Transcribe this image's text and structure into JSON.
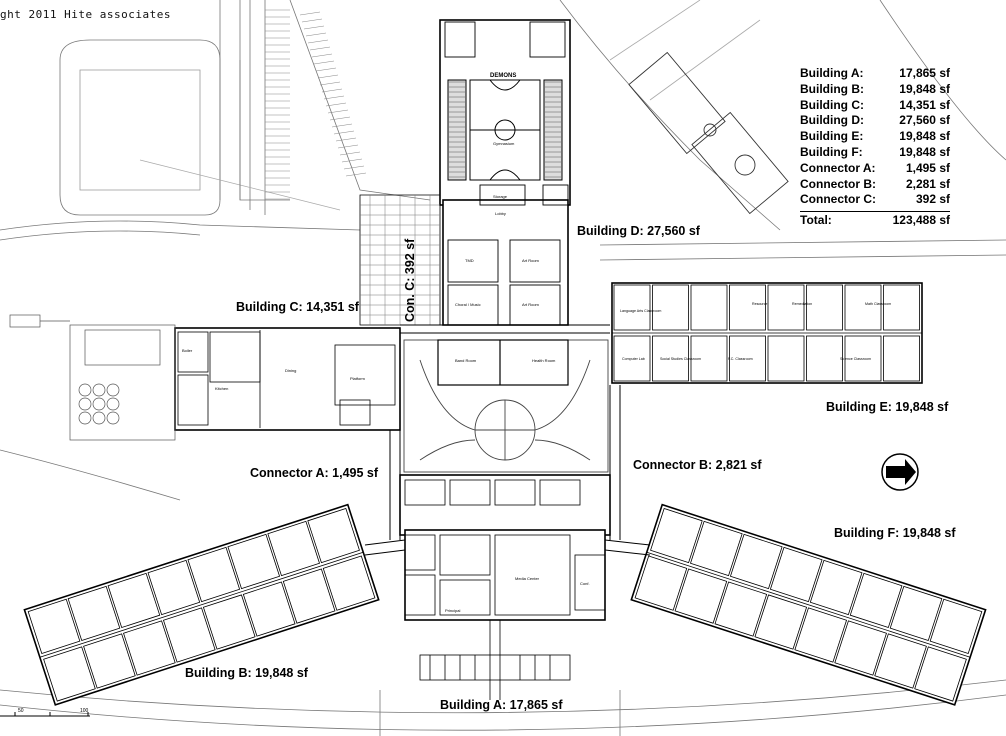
{
  "copyright": "ght 2011 Hite associates",
  "scale_bar": {
    "mid": "50",
    "end": "100"
  },
  "labels": {
    "building_a": "Building A: 17,865 sf",
    "building_b": "Building B:  19,848 sf",
    "building_c": "Building C:  14,351 sf",
    "building_d": "Building D:  27,560 sf",
    "building_e": "Building E:  19,848 sf",
    "building_f": "Building F:  19,848 sf",
    "connector_a": "Connector A: 1,495 sf",
    "connector_b": "Connector B:  2,821 sf",
    "connector_c": "Con. C: 392 sf"
  },
  "summary": [
    {
      "name": "Building A:",
      "area": "17,865 sf"
    },
    {
      "name": "Building B:",
      "area": "19,848 sf"
    },
    {
      "name": "Building C:",
      "area": "14,351 sf"
    },
    {
      "name": "Building D:",
      "area": "27,560 sf"
    },
    {
      "name": "Building E:",
      "area": "19,848 sf"
    },
    {
      "name": "Building F:",
      "area": "19,848 sf"
    },
    {
      "name": "Connector A:",
      "area": "1,495 sf"
    },
    {
      "name": "Connector B:",
      "area": "2,281 sf"
    },
    {
      "name": "Connector C:",
      "area": "392 sf"
    }
  ],
  "total": {
    "name": "Total:",
    "area": "123,488 sf"
  },
  "rooms": {
    "gym": "DEMONS",
    "gym_name": "Gymnasium",
    "lobby": "Lobby",
    "storage": "Storage",
    "dining": "Dining",
    "platform": "Platform",
    "boiler": "Boiler",
    "kitchen": "Kitchen",
    "tmd": "TMD",
    "art_room_1": "Art Room",
    "art_room_2": "Art Room",
    "choral": "Choral / Music",
    "band": "Band Room",
    "health": "Health Room",
    "media": "Media Center",
    "language_arts": "Language Arts Classroom",
    "resource": "Resource",
    "remediation": "Remediation",
    "math": "Math Classroom",
    "computer_lab": "Computer Lab",
    "social_studies": "Social Studies Classroom",
    "fcs": "F.C. Classroom",
    "science": "Science Classroom",
    "principal": "Principal",
    "conf": "Conf."
  }
}
